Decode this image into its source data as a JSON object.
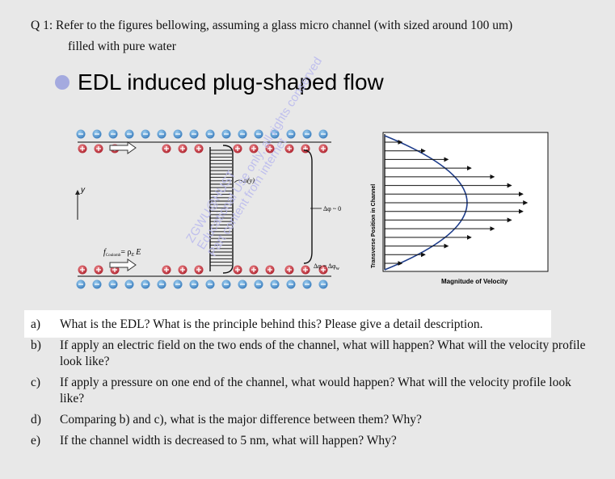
{
  "question": {
    "line1": "Q 1: Refer to the figures bellowing, assuming a glass micro channel (with sized around 100 um)",
    "line2": "filled with pure water"
  },
  "heading": "EDL induced plug-shaped flow",
  "left_figure": {
    "y_axis": "y",
    "velocity_label": "u(y)",
    "potential_near": "Δφ ~ 0",
    "potential_wall": "Δφ = Δφ",
    "potential_wall_sub": "w",
    "force_label": "f",
    "force_sub": "Coulomb",
    "force_eq": "= ρ",
    "force_eq_sub": "E",
    "force_vec": "E"
  },
  "right_figure": {
    "y_axis_label": "Transverse Position in Channel",
    "x_axis_label": "Magnitude of Velocity",
    "arrow_fractions": [
      0.12,
      0.28,
      0.44,
      0.6,
      0.76,
      0.88,
      0.96,
      0.99,
      0.96,
      0.88,
      0.76,
      0.6,
      0.44,
      0.28,
      0.12
    ]
  },
  "watermark": {
    "line1": "ZGWU@HUST",
    "line2": "Educational Use only, all rights conserved",
    "line3": "Part content from internet"
  },
  "questions": [
    {
      "letter": "a)",
      "text": "What is the EDL? What is the principle behind this? Please give a detail description."
    },
    {
      "letter": "b)",
      "text": "If apply an electric field on the two ends of the channel, what will happen? What will the velocity profile look like?"
    },
    {
      "letter": "c)",
      "text": "If apply a pressure on one end of the channel, what would happen? What will the velocity profile look like?"
    },
    {
      "letter": "d)",
      "text": "Comparing b) and c), what is the major difference between them? Why?"
    },
    {
      "letter": "e)",
      "text": "If the channel width is decreased to 5 nm, what will happen? Why?"
    }
  ],
  "colors": {
    "positive_ion": "#c9333a",
    "negative_ion": "#4f8fc9",
    "bullet": "#a4aadf",
    "watermark": "#b8b8ee"
  }
}
